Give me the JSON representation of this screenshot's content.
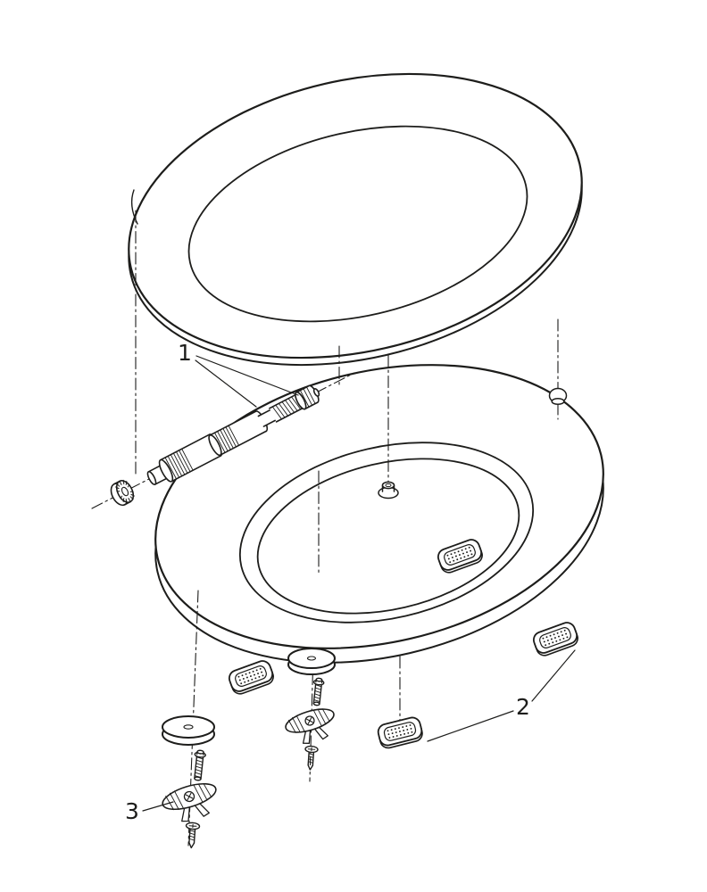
{
  "figure": {
    "type": "exploded-parts-diagram",
    "subject": "toilet seat and lid assembly exploded view",
    "background_color": "#ffffff",
    "line_color": "#1d1d1b"
  },
  "labels": {
    "part1": "1",
    "part2": "2",
    "part3": "3"
  }
}
